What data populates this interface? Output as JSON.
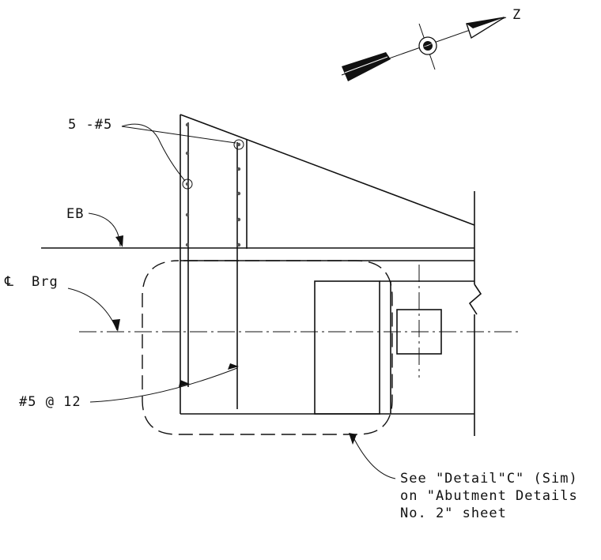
{
  "north_arrow": {
    "label": "Z",
    "icon": "north-arrow-icon"
  },
  "labels": {
    "bars_top": "5  -#5",
    "eb": "EB",
    "cl_symbol": "℄",
    "brg": "Brg",
    "bars_vertical": "#5 @ 12",
    "note_line1": "See \"Detail\"C\" (Sim)",
    "note_line2": "on \"Abutment Details",
    "note_line3": "No. 2\" sheet"
  },
  "colors": {
    "ink": "#111111",
    "paper": "#ffffff"
  }
}
